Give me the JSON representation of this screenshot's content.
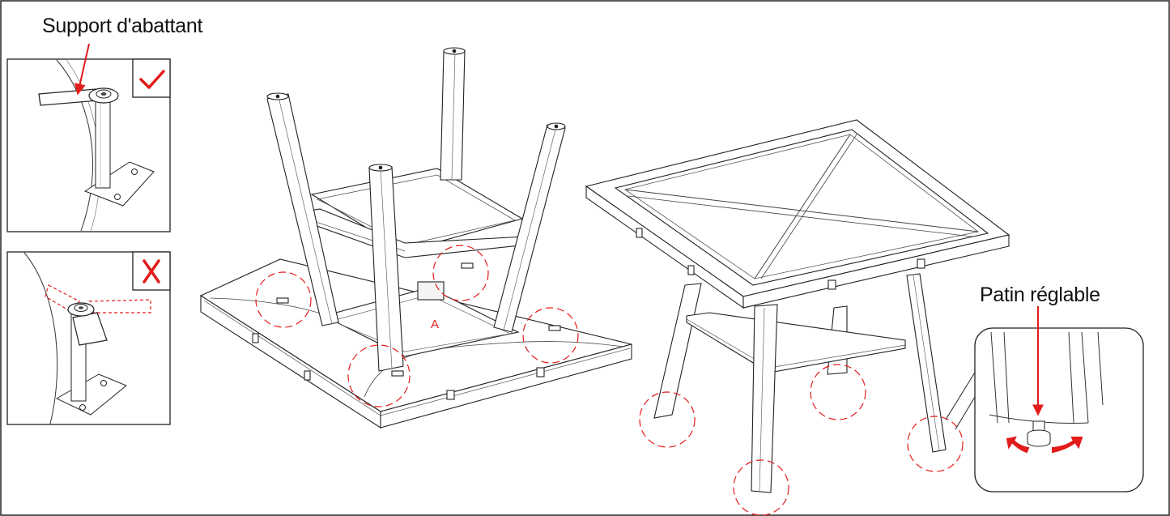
{
  "labels": {
    "support": "Support d'abattant",
    "foot": "Patin réglable",
    "part_a": "A"
  },
  "icons": [
    "checkmark-icon",
    "cross-icon",
    "rotate-left-arrow-icon",
    "rotate-right-arrow-icon"
  ],
  "colors": {
    "accent": "#e31b1b",
    "line": "#222222"
  }
}
